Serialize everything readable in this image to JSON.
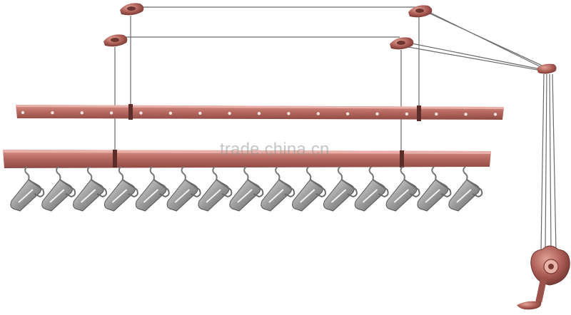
{
  "watermark": "trade.china.cn",
  "product": {
    "frame_color": "#b86b62",
    "frame_dark": "#8f4a44",
    "frame_light": "#d9948b",
    "hanger_color": "#8e8e8e",
    "cable_color": "#6a6a6a",
    "upper_rail_hole_count": 17,
    "hanger_count": 15
  }
}
